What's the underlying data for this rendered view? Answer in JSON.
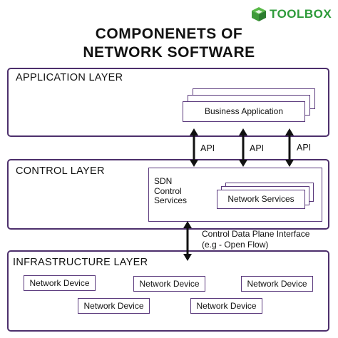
{
  "logo": {
    "text": "TOOLBOX",
    "color": "#2e9b3a"
  },
  "title": {
    "line1": "COMPONENETS OF",
    "line2": "NETWORK SOFTWARE"
  },
  "colors": {
    "border": "#4d2f6c",
    "arrow": "#111111"
  },
  "application_layer": {
    "label": "APPLICATION LAYER",
    "box_label": "Business Application"
  },
  "api_labels": [
    "API",
    "API",
    "API"
  ],
  "control_layer": {
    "label": "CONTROL LAYER",
    "sdn_lines": [
      "SDN",
      "Control",
      "Services"
    ],
    "network_services": "Network Services"
  },
  "interface_label": {
    "line1": "Control Data Plane Interface",
    "line2": "(e.g - Open Flow)"
  },
  "infrastructure_layer": {
    "label": "INFRASTRUCTURE LAYER",
    "devices": [
      "Network Device",
      "Network Device",
      "Network Device",
      "Network Device",
      "Network Device"
    ]
  }
}
